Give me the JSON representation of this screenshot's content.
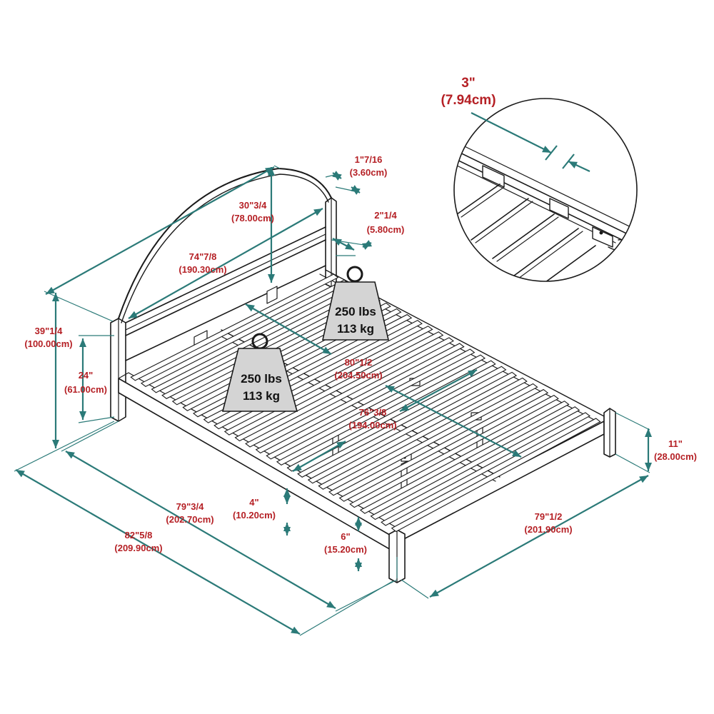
{
  "colors": {
    "dimension_line": "#2b7a78",
    "dimension_text": "#b52025",
    "outline": "#1a1a1a",
    "weight_fill": "#d4d4d4"
  },
  "weights": [
    {
      "lbs": "250 lbs",
      "kg": "113 kg"
    },
    {
      "lbs": "250 lbs",
      "kg": "113 kg"
    }
  ],
  "dimensions": {
    "detail_thickness": {
      "in": "3\"",
      "cm": "(7.94cm)"
    },
    "post_width": {
      "in": "1\"7/16",
      "cm": "(3.60cm)"
    },
    "post_depth": {
      "in": "2\"1/4",
      "cm": "(5.80cm)"
    },
    "headboard_arc": {
      "in": "30\"3/4",
      "cm": "(78.00cm)"
    },
    "headboard_width": {
      "in": "74\"7/8",
      "cm": "(190.30cm)"
    },
    "total_height": {
      "in": "39\"1/4",
      "cm": "(100.00cm)"
    },
    "headboard_panel": {
      "in": "24\"",
      "cm": "(61.00cm)"
    },
    "total_length": {
      "in": "80\"1/2",
      "cm": "(204.50cm)"
    },
    "inner_length": {
      "in": "76\"3/8",
      "cm": "(194.00cm)"
    },
    "foot_height": {
      "in": "11\"",
      "cm": "(28.00cm)"
    },
    "clearance": {
      "in": "4\"",
      "cm": "(10.20cm)"
    },
    "rail_height": {
      "in": "6\"",
      "cm": "(15.20cm)"
    },
    "inner_width": {
      "in": "79\"3/4",
      "cm": "(202.70cm)"
    },
    "total_width": {
      "in": "82\"5/8",
      "cm": "(209.90cm)"
    },
    "foot_width": {
      "in": "79\"1/2",
      "cm": "(201.90cm)"
    }
  }
}
